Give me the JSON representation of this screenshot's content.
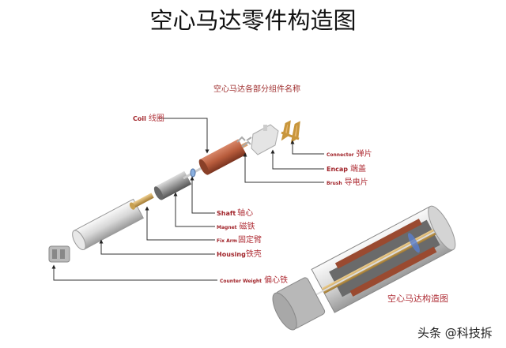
{
  "title": "空心马达零件构造图",
  "subtitle": "空心马达各部分组件名称",
  "labels": {
    "coil": {
      "en": "Coil",
      "zh": "线圈"
    },
    "connector": {
      "en": "Connector",
      "zh": "弹片"
    },
    "encap": {
      "en": "Encap",
      "zh": "端盖"
    },
    "brush": {
      "en": "Brush",
      "zh": "导电片"
    },
    "shaft": {
      "en": "Shaft",
      "zh": "轴心"
    },
    "magnet": {
      "en": "Magnet",
      "zh": "磁铁"
    },
    "fixarm": {
      "en": "Fix Arm",
      "zh": "固定臂"
    },
    "housing": {
      "en": "Housing",
      "zh": "铁壳"
    },
    "counterweight": {
      "en": "Counter Weight",
      "zh": "偏心铁"
    }
  },
  "assembly_caption": "空心马达构造图",
  "watermark": "头条 @科技拆"
}
